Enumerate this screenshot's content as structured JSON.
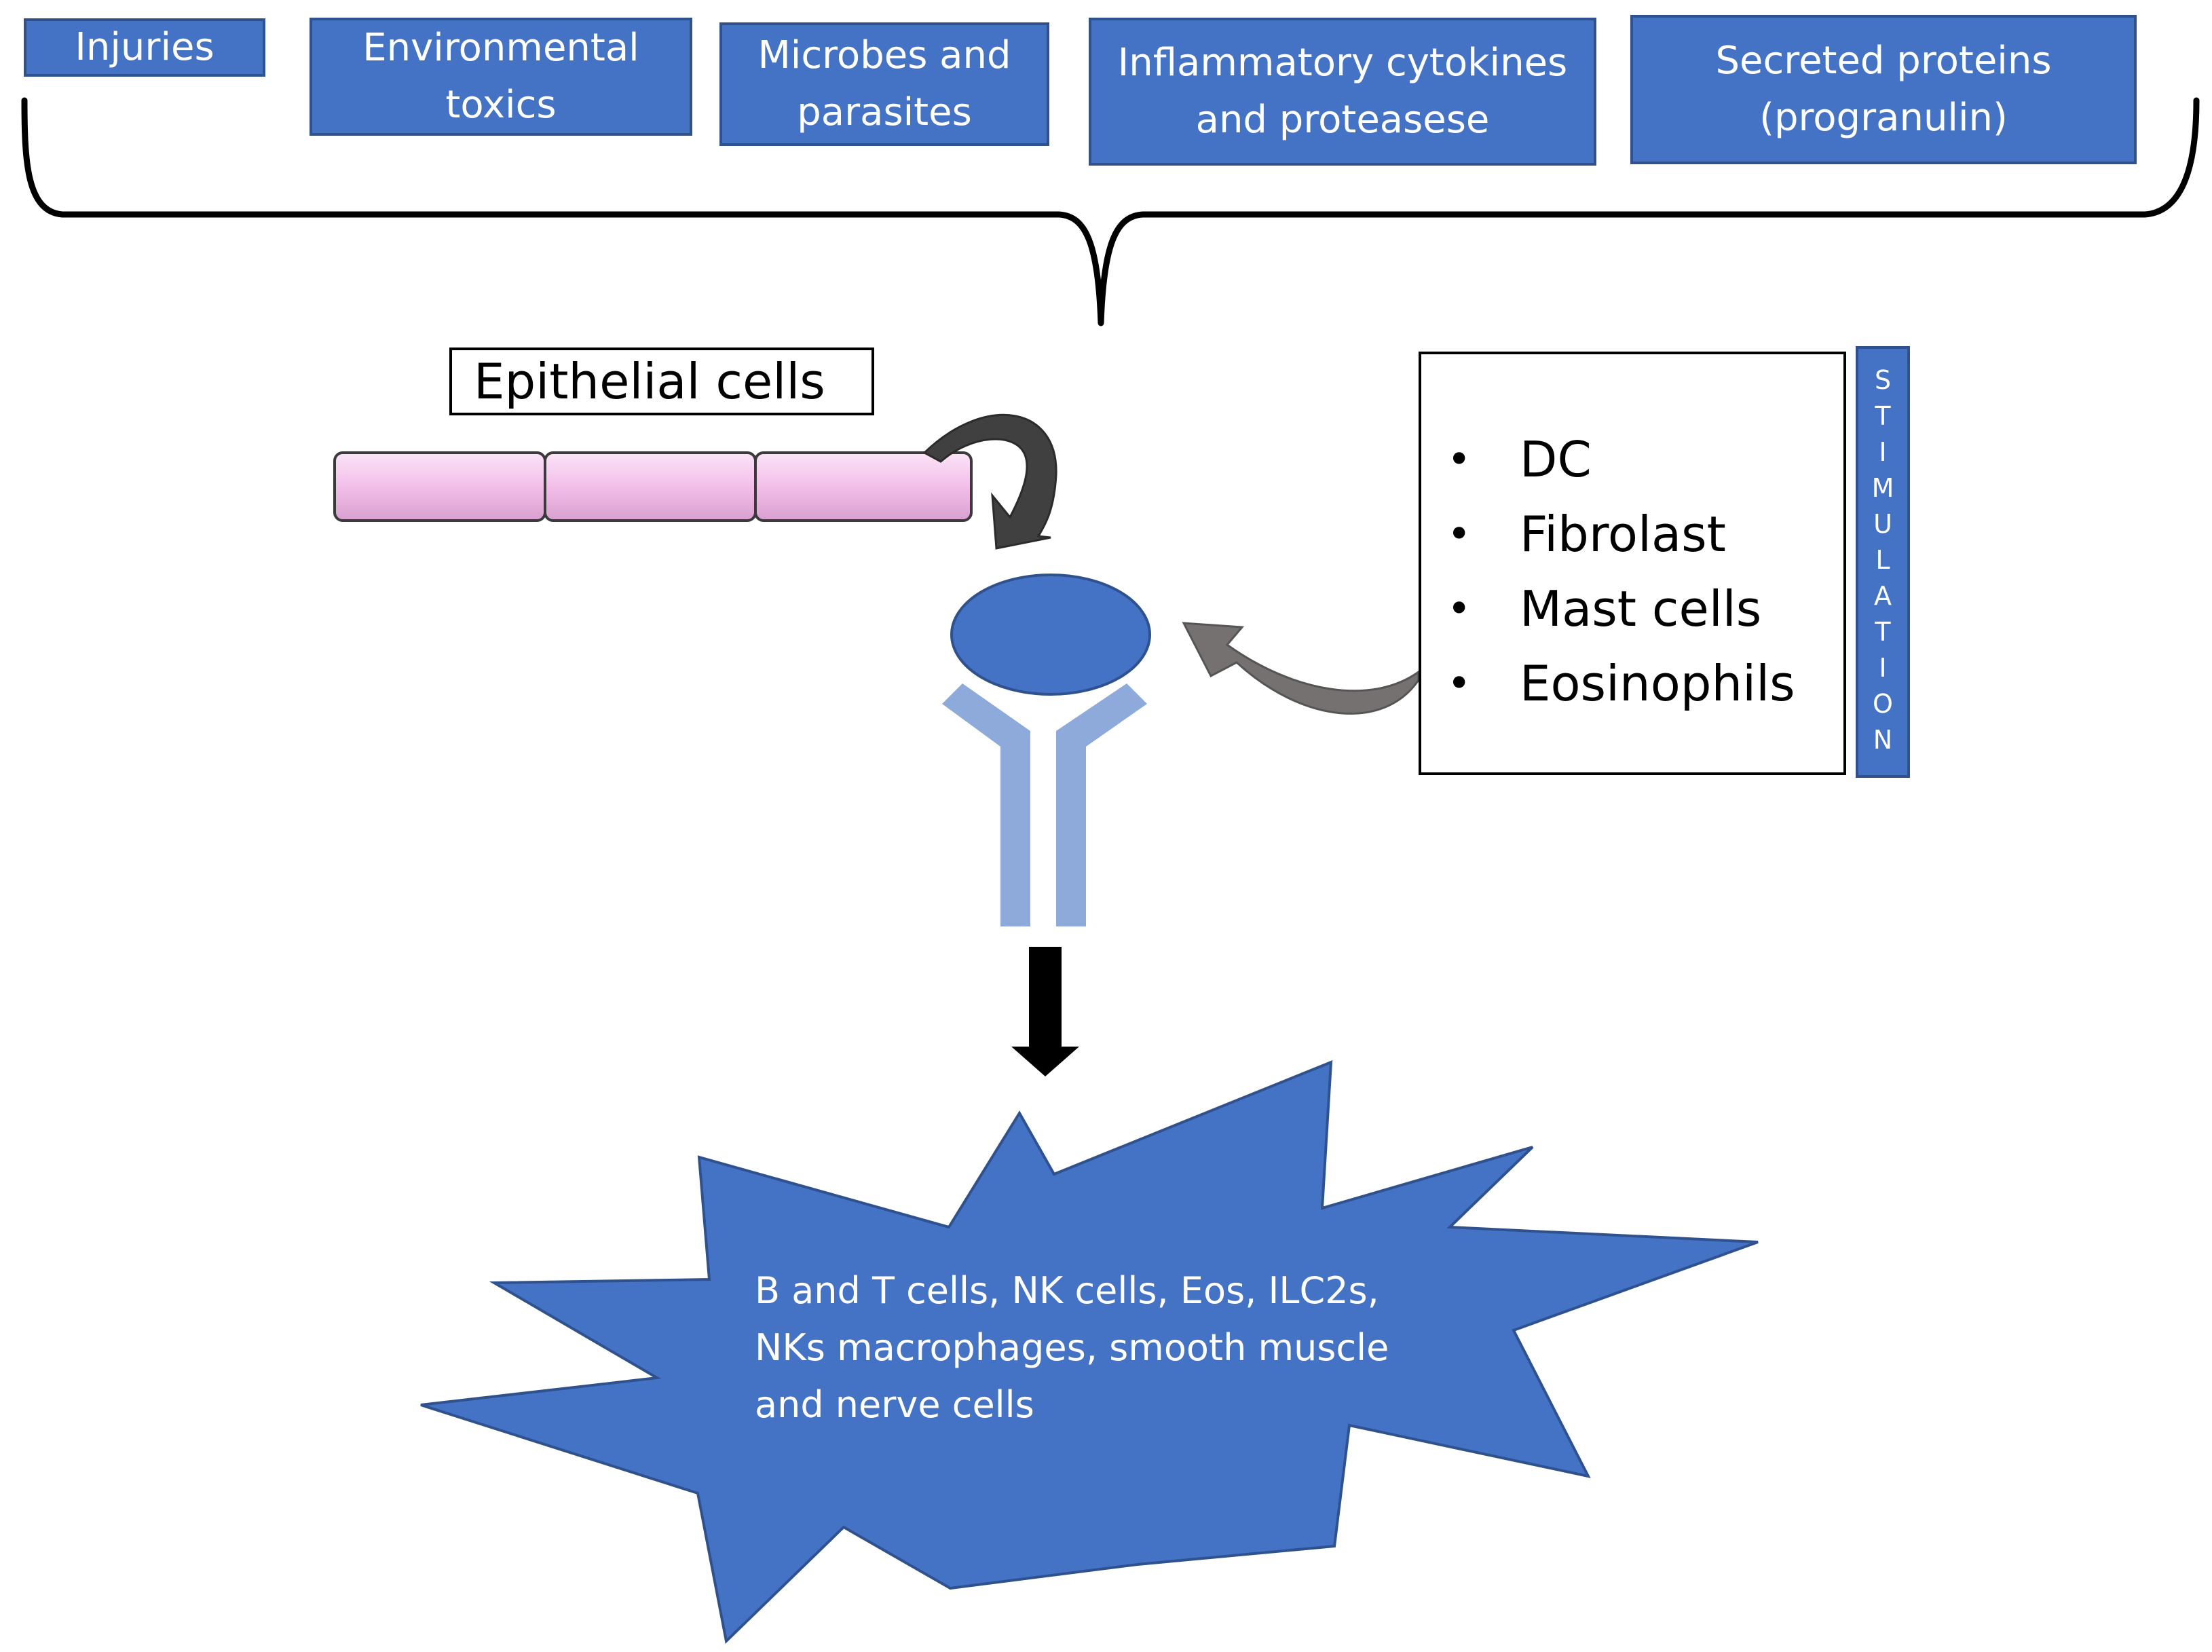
{
  "stimuli": [
    {
      "id": "injuries",
      "label": "Injuries"
    },
    {
      "id": "environmental-toxics",
      "label": "Environmental\ntoxics"
    },
    {
      "id": "microbes-parasites",
      "label": "Microbes and\nparasites"
    },
    {
      "id": "inflammatory-cytokines",
      "label": "Inflammatory cytokines\nand proteasese"
    },
    {
      "id": "secreted-proteins",
      "label": "Secreted proteins\n(progranulin)"
    }
  ],
  "epithelial_label": "Epithelial cells",
  "cell_types": [
    {
      "label": "DC"
    },
    {
      "label": "Fibrolast"
    },
    {
      "label": "Mast cells"
    },
    {
      "label": "Eosinophils"
    }
  ],
  "bullet_symbol": "•",
  "stimulation_letters": [
    "S",
    "T",
    "I",
    "M",
    "U",
    "L",
    "A",
    "T",
    "I",
    "O",
    "N"
  ],
  "target_cells_text": "B and T cells, NK cells, Eos,  ILC2s,\nNKs macrophages, smooth muscle\nand nerve cells",
  "colors": {
    "box_fill": "#4472c4",
    "box_border": "#2f528f",
    "epithelium_fill": "#f4c2ec",
    "receptor_fill": "#8eaadb",
    "curved_arrow_dark": "#404040",
    "curved_arrow_gray": "#767171"
  }
}
